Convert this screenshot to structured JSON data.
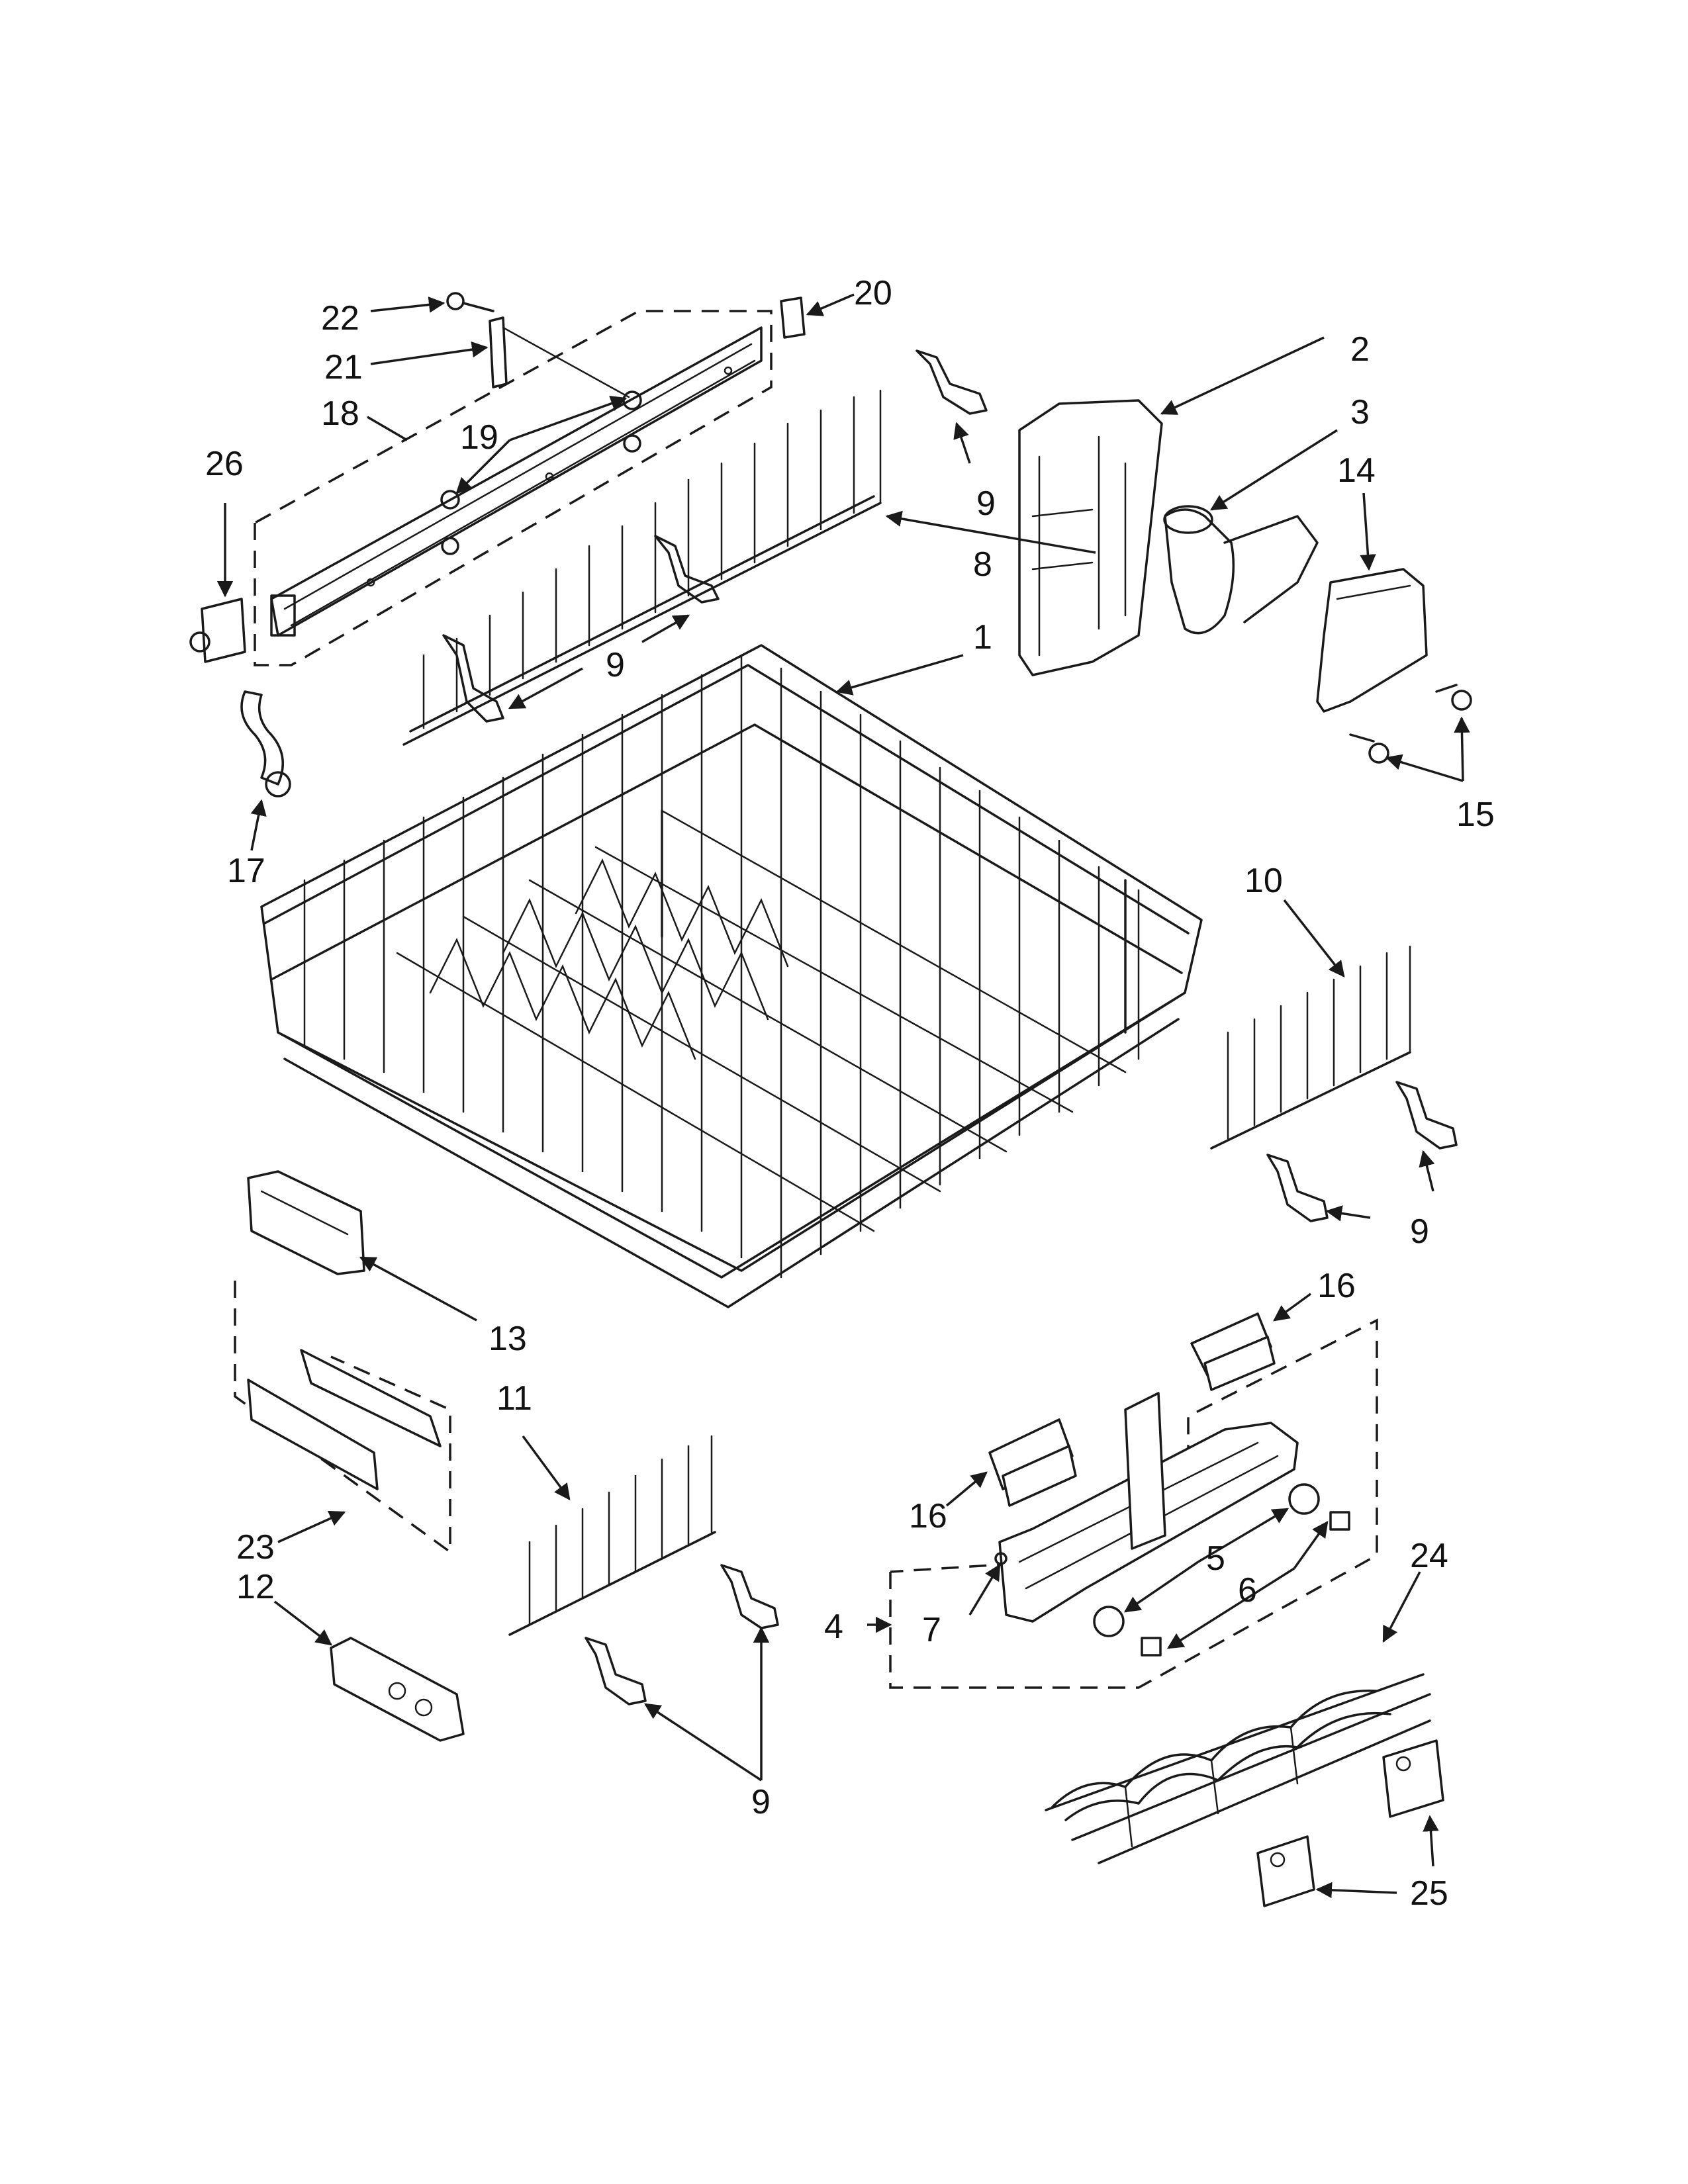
{
  "diagram": {
    "callouts": [
      "22",
      "20",
      "21",
      "18",
      "19",
      "26",
      "2",
      "3",
      "14",
      "9",
      "8",
      "1",
      "9",
      "15",
      "17",
      "10",
      "9",
      "13",
      "16",
      "11",
      "16",
      "23",
      "24",
      "12",
      "5",
      "4",
      "7",
      "6",
      "9",
      "25"
    ],
    "line_color": "#1a1a1a",
    "background": "#ffffff"
  }
}
